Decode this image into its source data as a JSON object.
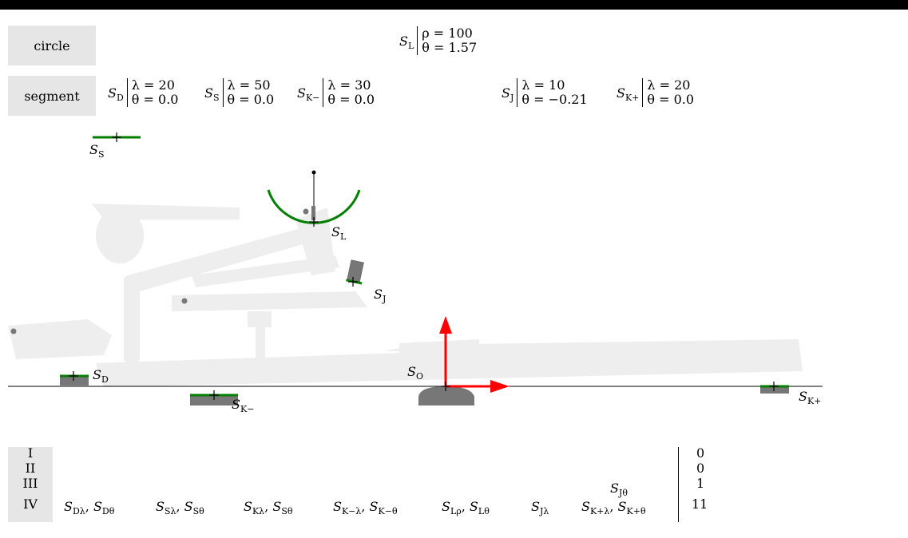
{
  "parameter_table": {
    "circle_label": "circle",
    "segment_label": "segment",
    "circle_params": [
      {
        "name": "S",
        "sub": "L",
        "line1": "ρ = 100",
        "line2": "θ = 1.57"
      }
    ],
    "segment_params": [
      {
        "name": "S",
        "sub": "D",
        "line1": "λ = 20",
        "line2": "θ = 0.0"
      },
      {
        "name": "S",
        "sub": "S",
        "line1": "λ = 50",
        "line2": "θ = 0.0"
      },
      {
        "name": "S",
        "sub": "K−",
        "line1": "λ = 30",
        "line2": "θ = 0.0"
      },
      {
        "name": "S",
        "sub": "J",
        "line1": "λ = 10",
        "line2": "θ = −0.21"
      },
      {
        "name": "S",
        "sub": "K+",
        "line1": "λ = 20",
        "line2": "θ = 0.0"
      }
    ]
  },
  "diagram_labels": {
    "S_S": {
      "name": "S",
      "sub": "S"
    },
    "S_L": {
      "name": "S",
      "sub": "L"
    },
    "S_J": {
      "name": "S",
      "sub": "J"
    },
    "S_D": {
      "name": "S",
      "sub": "D"
    },
    "S_O": {
      "name": "S",
      "sub": "O"
    },
    "S_Kminus": {
      "name": "S",
      "sub": "K−"
    },
    "S_Kplus": {
      "name": "S",
      "sub": "K+"
    }
  },
  "colors": {
    "segment_green": "#007f00",
    "body_gray": "#777777",
    "axis_red": "#ff0000",
    "ghost_gray": "#eeeeee",
    "row_bg": "#e6e6e6"
  },
  "dof_table": {
    "rows": [
      {
        "label": "I",
        "items": [],
        "count": "0"
      },
      {
        "label": "II",
        "items": [],
        "count": "0"
      },
      {
        "label": "III",
        "items": [
          {
            "name": "S",
            "sub": "Jθ"
          }
        ],
        "count": "1"
      },
      {
        "label": "IV",
        "items": [
          {
            "name": "S",
            "sub": "Dλ"
          },
          {
            "name": "S",
            "sub": "Dθ"
          },
          {
            "name": "S",
            "sub": "Sλ"
          },
          {
            "name": "S",
            "sub": "Sθ"
          },
          {
            "name": "S",
            "sub": "Kλ"
          },
          {
            "name": "S",
            "sub": "Sθ"
          },
          {
            "name": "S",
            "sub": "K−λ"
          },
          {
            "name": "S",
            "sub": "K−θ"
          },
          {
            "name": "S",
            "sub": "Lρ"
          },
          {
            "name": "S",
            "sub": "Lθ"
          },
          {
            "name": "S",
            "sub": "Jλ"
          },
          {
            "name": "S",
            "sub": "K+λ"
          },
          {
            "name": "S",
            "sub": "K+θ"
          }
        ],
        "count": "11"
      }
    ]
  }
}
